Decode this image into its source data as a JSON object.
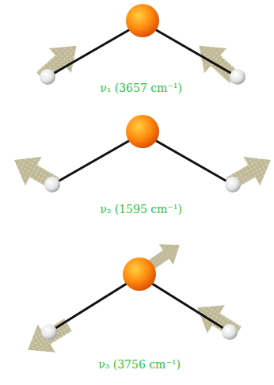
{
  "diagram": {
    "labels": [
      "ν₁ (3657 cm⁻¹)",
      "ν₂ (1595 cm⁻¹)",
      "ν₃ (3756 cm⁻¹)"
    ]
  }
}
